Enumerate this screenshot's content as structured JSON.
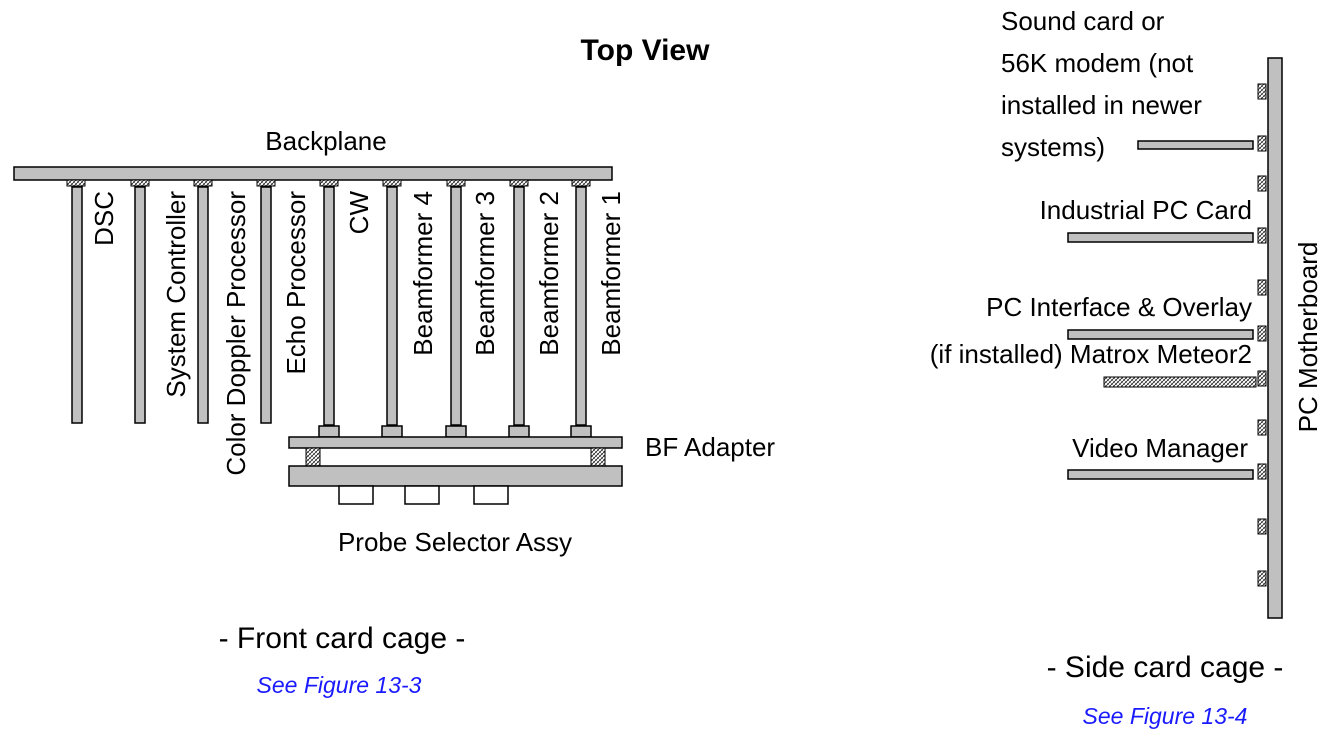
{
  "title": "Top View",
  "front_cage": {
    "backplane_label": "Backplane",
    "cards": [
      "DSC",
      "System Controller",
      "Color Doppler Processor",
      "Echo Processor",
      "CW",
      "Beamformer 4",
      "Beamformer 3",
      "Beamformer 2",
      "Beamformer 1"
    ],
    "bf_adapter_label": "BF Adapter",
    "probe_selector_label": "Probe Selector Assy",
    "caption": "- Front card cage -",
    "link": "See Figure 13-3"
  },
  "side_cage": {
    "motherboard_label": "PC Motherboard",
    "sound_card_lines": [
      "Sound card  or",
      "56K modem (not",
      "installed in newer",
      "systems)"
    ],
    "industrial_pc_card": "Industrial PC Card",
    "pc_interface": "PC Interface & Overlay",
    "matrox": "(if installed) Matrox Meteor2",
    "video_manager": "Video Manager",
    "caption": "- Side card cage -",
    "link": "See Figure 13-4"
  },
  "colors": {
    "card_fill": "#c0c0c0",
    "link": "#1a1aff",
    "outline": "#000000"
  }
}
